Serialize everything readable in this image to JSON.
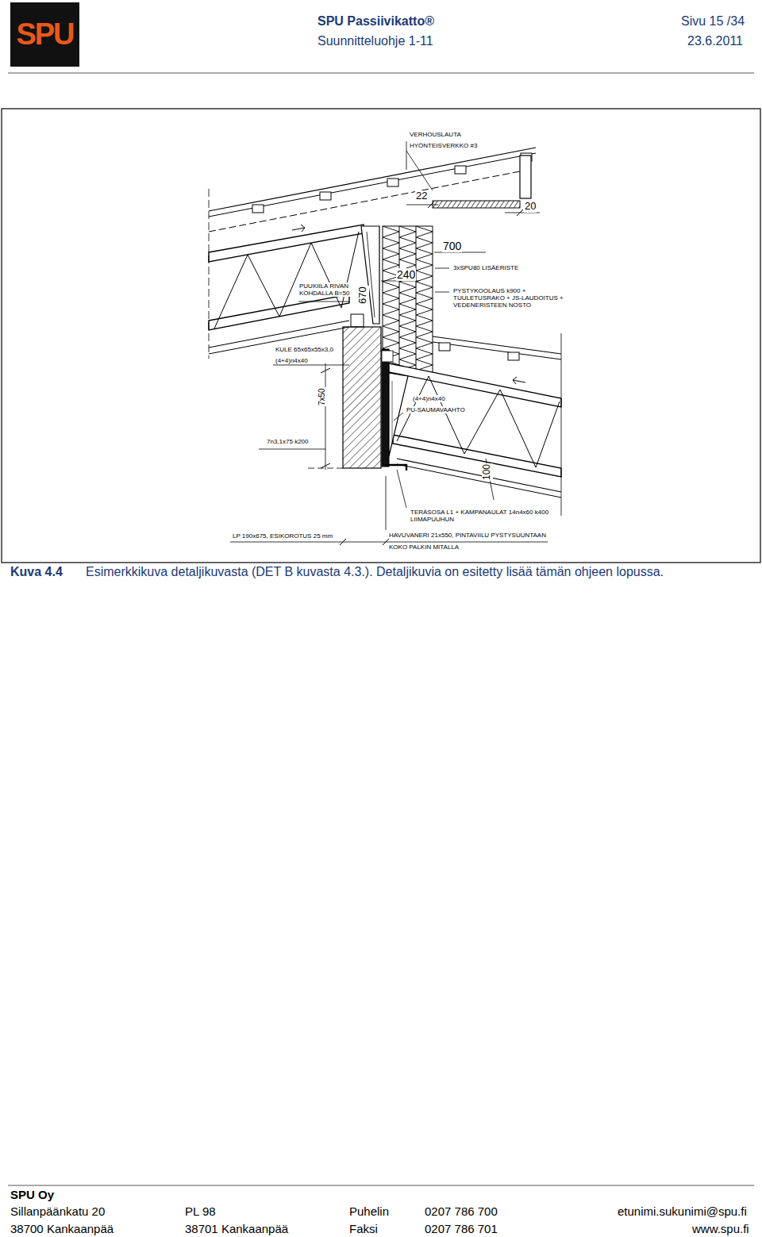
{
  "diagram": {
    "caption": "Esimerkkikuva detaljikuvasta (DET B kuvasta 4.3.). Detaljikuvia on esitetty lisää tämän ohjeen lopussa.",
    "nodes": [
      {
        "text": [
          "SPU"
        ]
      }
    ],
    "labels": [
      "SPU Passiivikatto®",
      "Suunnitteluohje 1-11",
      "Sivu 15 /34",
      "23.6.2011",
      "VERHOUSLAUTA",
      "HYÖNTEISVERKKO #3",
      "22",
      "20",
      "700",
      "3xSPU80 LISÄERISTE",
      "240",
      "670",
      "PUUKIILA RIVAN KOHDALLA B=50",
      "PYSTYKOOLAUS k900 + TUULETUSRAKO + JS-LAUDOITUS + VEDENERISTEEN NOSTO",
      "KULE 65x65x55x3,0",
      "(4+4)n4x40",
      "7x50",
      "7n3,1x75 k200",
      "(4+4)n4x40",
      "PU-SAUMAVAAHTO",
      "100",
      "TERÄSOSA L1 + KAMPANAULAT 14n4x60 k400 LIIMAPUUHUN",
      "LP 190x675, ESIKOROTUS 25 mm",
      "HAVUVANERI 21x550, PINTAVIILU PYSTYSUUNTAAN",
      "KOKO PALKIN MITALLA",
      "Kuva 4.4",
      "SPU Oy",
      "Sillanpäänkatu 20",
      "38700 Kankaanpää",
      "PL 98",
      "38701 Kankaanpää",
      "Puhelin",
      "0207 786 700",
      "Faksi",
      "0207 786 701",
      "etunimi.sukunimi@spu.fi",
      "www.spu.fi"
    ]
  }
}
